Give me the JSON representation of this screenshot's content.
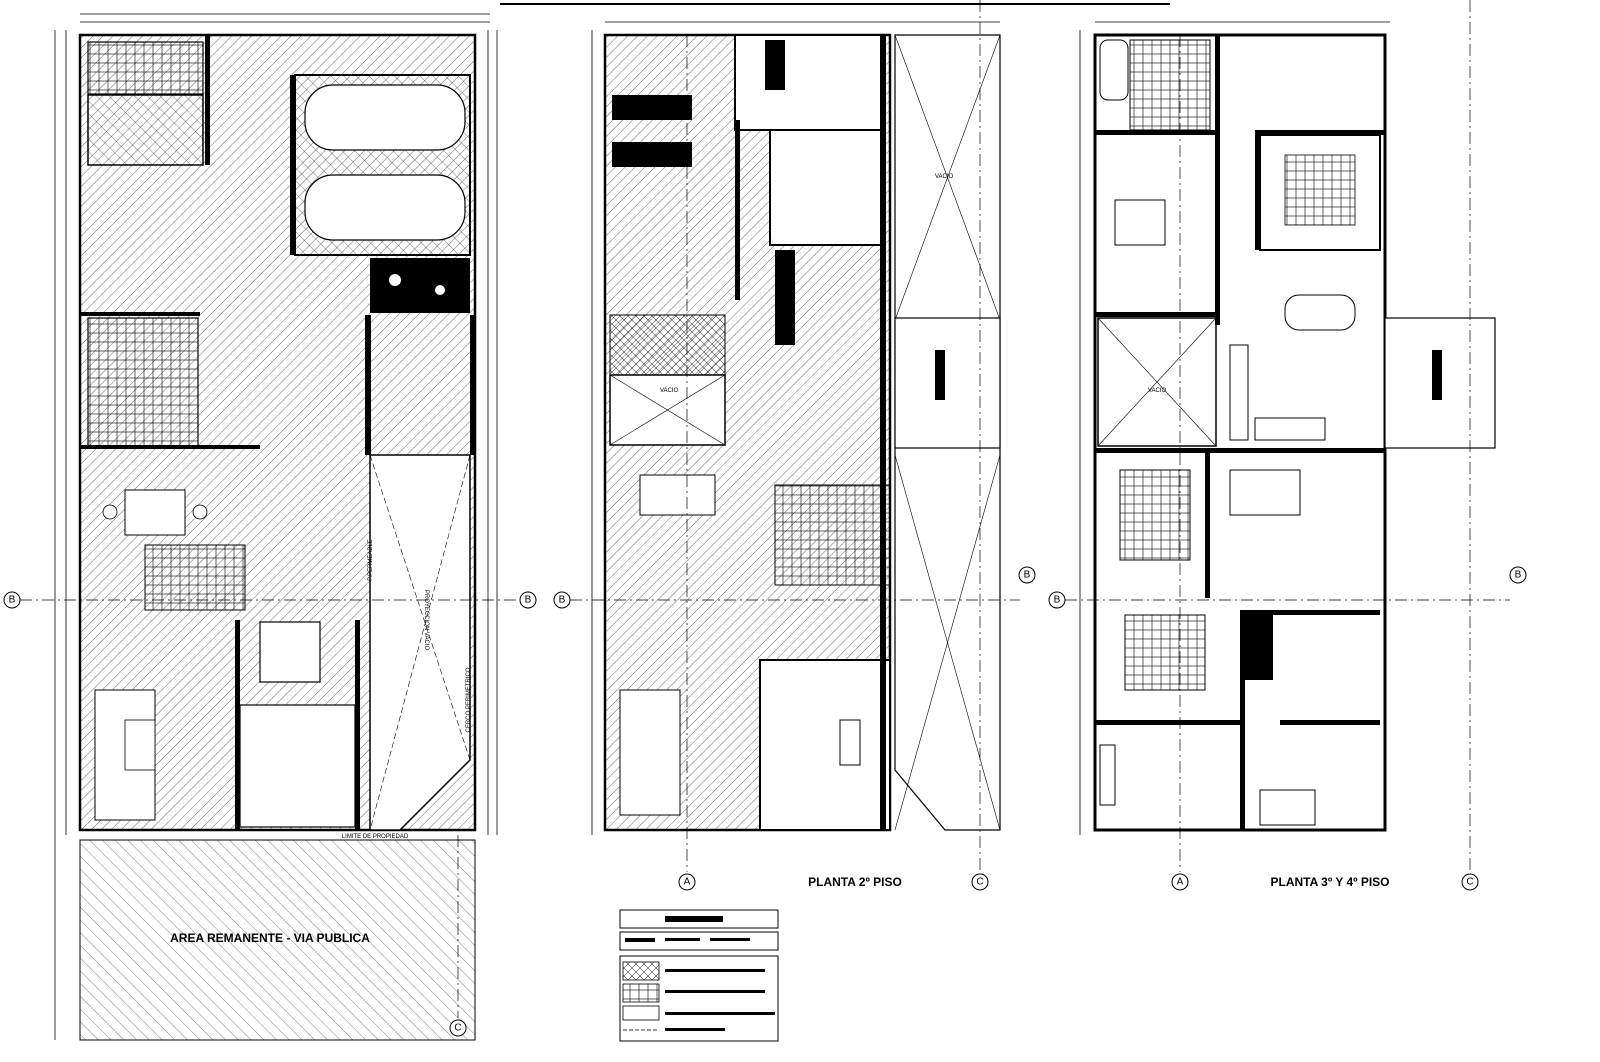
{
  "plans": {
    "ground": {
      "remanente_label": "AREA REMANENTE - VIA PUBLICA",
      "vacio_label": "PROYECCION VACIO",
      "permeable_label": "P.PERMEABLE",
      "linea_label": "LIMITE DE PROPIEDAD",
      "cerco_label": "CERCO PERIMETRICO"
    },
    "second": {
      "title": "PLANTA 2º PISO",
      "vacio_label": "VACIO"
    },
    "third": {
      "title": "PLANTA 3º Y 4º PISO",
      "vacio_label": "VACIO"
    }
  },
  "axes": {
    "a": "A",
    "b": "B",
    "c": "C"
  },
  "colors": {
    "ink": "#000000",
    "paper": "#ffffff"
  }
}
